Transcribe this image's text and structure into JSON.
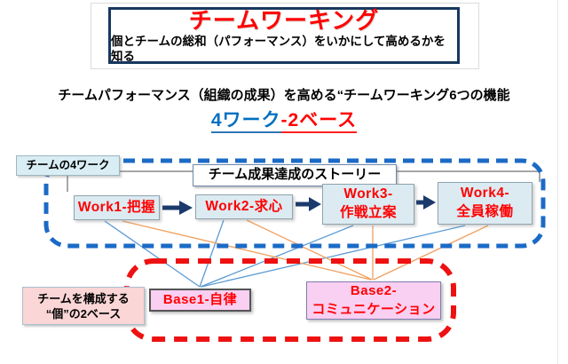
{
  "slide": {
    "header": {
      "title": "チームワーキング",
      "subtitle": "個とチームの総和（パフォーマンス）をいかにして高めるかを知る"
    },
    "intro": {
      "line": "チームパフォーマンス（組織の成果）を高める“チームワーキング6つの機能",
      "formula_blue": "4ワーク",
      "formula_red": "-2ベース"
    },
    "work_section": {
      "side_label": "チームの4ワーク",
      "story_title": "チーム成果達成のストーリー",
      "works": [
        {
          "line1": "Work1-把握",
          "line2": ""
        },
        {
          "line1": "Work2-求心",
          "line2": ""
        },
        {
          "line1": "Work3-",
          "line2": "作戦立案"
        },
        {
          "line1": "Work4-",
          "line2": "全員稼働"
        }
      ]
    },
    "base_section": {
      "side_label_line1": "チームを構成する",
      "side_label_line2": "“個”の2ベース",
      "bases": [
        {
          "line1": "Base1-自律",
          "line2": ""
        },
        {
          "line1": "Base2-",
          "line2": "コミュニケーション"
        }
      ]
    },
    "colors": {
      "title_red": "#ff0000",
      "formula_blue": "#0070c0",
      "formula_red": "#ff0000",
      "title_border_navy": "#17375e",
      "work_frame_dash_blue": "#1b6ac6",
      "base_frame_dash_red": "#ee1111",
      "flow_arrow_navy": "#1b3a6b",
      "connector_blue": "#5b9bd5",
      "connector_orange": "#f09f5e",
      "work_box_fill": "#dcebf2",
      "base_box_fill": "#f9cff2",
      "work_label_fill": "#d8edf4",
      "base_label_fill": "#fbd6d6"
    }
  }
}
